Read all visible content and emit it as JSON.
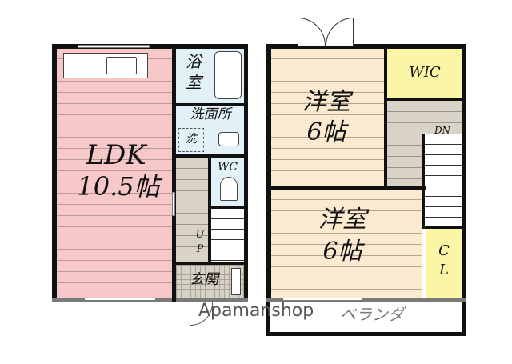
{
  "floor1": {
    "ldk": {
      "name": "LDK",
      "size": "10.5帖"
    },
    "bath": {
      "name_line1": "浴",
      "name_line2": "室"
    },
    "washroom": {
      "name": "洗面所",
      "washer": "洗"
    },
    "wc": {
      "name": "WC"
    },
    "stairs": {
      "label_u": "U",
      "label_p": "P"
    },
    "entrance": {
      "name": "玄関"
    }
  },
  "floor2": {
    "bedroom1": {
      "name": "洋室",
      "size": "6帖"
    },
    "bedroom2": {
      "name": "洋室",
      "size": "6帖"
    },
    "wic": {
      "name": "WIC"
    },
    "closet": {
      "name_line1": "C",
      "name_line2": "L"
    },
    "stairs": {
      "label": "DN"
    },
    "veranda": {
      "name": "ベランダ"
    }
  },
  "watermark": "Apamanshop",
  "colors": {
    "ldk_floor": "#f6c8c8",
    "bedroom_floor": "#fbe9d0",
    "wet_area": "#e2f1f8",
    "storage": "#fbf6a6",
    "hall": "#d8d3c6",
    "wall": "#111111"
  }
}
